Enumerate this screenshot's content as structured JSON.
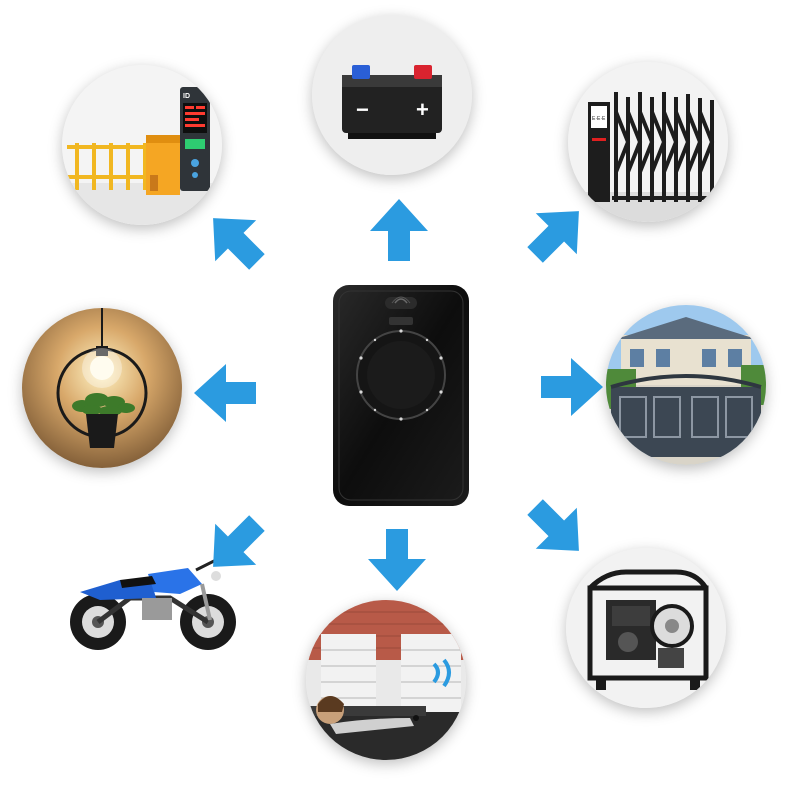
{
  "scene": {
    "center_device": "remote-control",
    "applications": [
      "barrier-gate",
      "car-battery",
      "retractable-gate",
      "pendant-lamp",
      "swing-gate",
      "motorcycle",
      "garage-door",
      "generator"
    ],
    "battery_labels": {
      "minus": "−",
      "plus": "+"
    },
    "barrier_display": "ID",
    "gate_sign": "E·E·E",
    "colors": {
      "arrow": "#2b9be0",
      "arrow_dark": "#1a7fc7",
      "remote_body": "#141414",
      "background": "#ffffff"
    }
  }
}
